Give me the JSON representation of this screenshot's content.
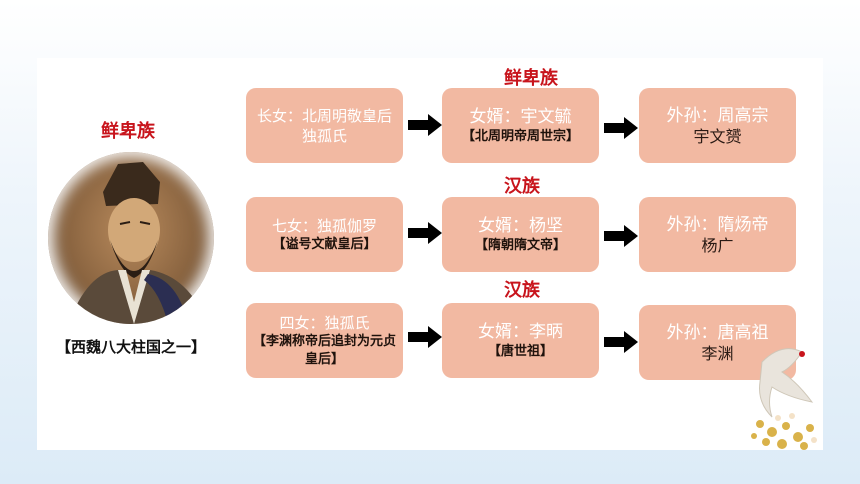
{
  "left": {
    "title": "鲜卑族",
    "caption": "【西魏八大柱国之一】"
  },
  "rows": [
    {
      "ethnic": "鲜卑族",
      "daughter": {
        "line1": "长女：北周明敬皇后独孤氏",
        "note": ""
      },
      "husband": {
        "line1": "女婿：宇文毓",
        "note": "【北周明帝周世宗】"
      },
      "grandson": {
        "line1": "外孙：周高宗",
        "line2": "宇文赟"
      }
    },
    {
      "ethnic": "汉族",
      "daughter": {
        "line1": "七女：独孤伽罗",
        "note": "【谥号文献皇后】"
      },
      "husband": {
        "line1": "女婿：杨坚",
        "note": "【隋朝隋文帝】"
      },
      "grandson": {
        "line1": "外孙：隋炀帝",
        "line2": "杨广"
      }
    },
    {
      "ethnic": "汉族",
      "daughter": {
        "line1": "四女：独孤氏",
        "note": "【李渊称帝后追封为元贞皇后】"
      },
      "husband": {
        "line1": "女婿：李昞",
        "note": "【唐世祖】"
      },
      "grandson": {
        "line1": "外孙：唐高祖",
        "line2": "李渊"
      }
    }
  ],
  "colors": {
    "box": "#f2b9a2",
    "ethnic": "#c8141c",
    "arrow": "#000000"
  }
}
